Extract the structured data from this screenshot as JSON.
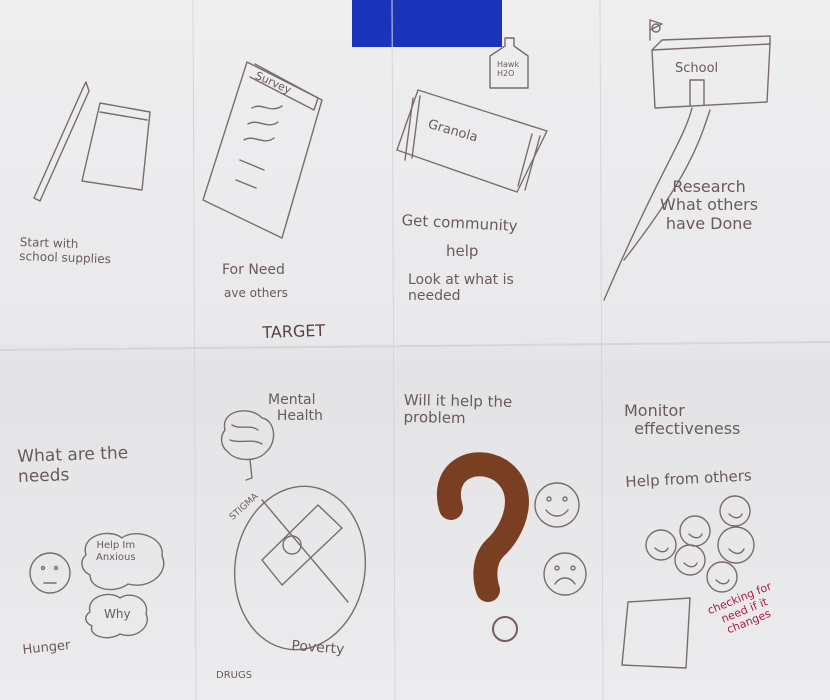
{
  "notes": {
    "p1": "Start with\nschool supplies",
    "p2a": "For Need",
    "p2b": "ave others",
    "p2c": "TARGET",
    "p2_label": "Survey",
    "p3_label": "Granola",
    "p3_bottle": "Hawk\nH2O",
    "p3a": "Get community",
    "p3b": "help",
    "p3c": "Look at what is\nneeded",
    "p4_label": "School",
    "p4a": "Research\nWhat others\nhave Done",
    "p5a": "What are the\nneeds",
    "p5b": "Help Im\nAnxious",
    "p5c": "Why",
    "p5d": "Hunger",
    "p6a": "Mental\n  Health",
    "p6b": "STIGMA",
    "p6c": "Poverty",
    "p6d": "DRUGS",
    "p7a": "Will it help the\nproblem",
    "p8a": "Monitor\n  effectiveness",
    "p8b": "Help from others",
    "p8c": "checking for\nneed if it\nchanges"
  },
  "colors": {
    "ink": "#6a5a5a",
    "brown": "#7a3e22",
    "red": "#b01a3a",
    "tape": "#1a33b8",
    "paper": "#ececee"
  }
}
